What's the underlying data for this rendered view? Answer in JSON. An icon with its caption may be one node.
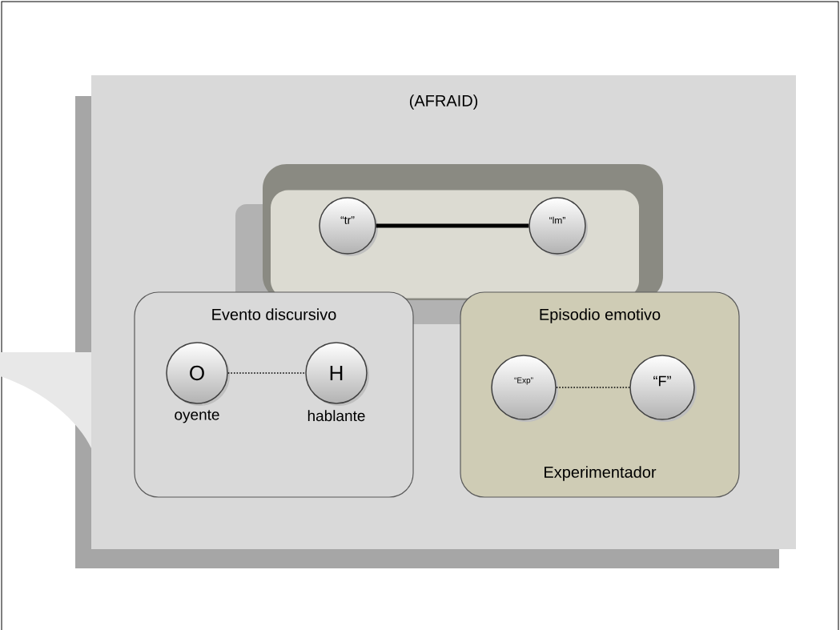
{
  "diagram": {
    "nodes": [
      {
        "text": [
          "(AFRAID)"
        ]
      },
      {
        "text": [],
        "shape": "box",
        "in": 0
      },
      {
        "text": [
          "“tr”"
        ],
        "in": 1
      },
      {
        "text": [
          "“lm”"
        ],
        "in": 1
      },
      {
        "text": [
          "Evento discursivo"
        ],
        "in": 0
      },
      {
        "text": [
          "O"
        ],
        "beside": [
          "oyente"
        ],
        "in": 4
      },
      {
        "text": [
          "H"
        ],
        "beside": [
          "hablante"
        ],
        "in": 4
      },
      {
        "text": [
          "Episodio emotivo",
          "Experimentador"
        ],
        "in": 0
      },
      {
        "text": [
          "“Exp”"
        ],
        "in": 7
      },
      {
        "text": [
          "“F”"
        ],
        "in": 7
      }
    ],
    "edges": [
      {
        "from": 2,
        "to": 3,
        "arrow": "none",
        "style": "thick"
      },
      {
        "from": 5,
        "to": 6,
        "arrow": "none",
        "style": "dashed"
      },
      {
        "from": 8,
        "to": 9,
        "arrow": "none",
        "style": "dashed"
      }
    ]
  }
}
